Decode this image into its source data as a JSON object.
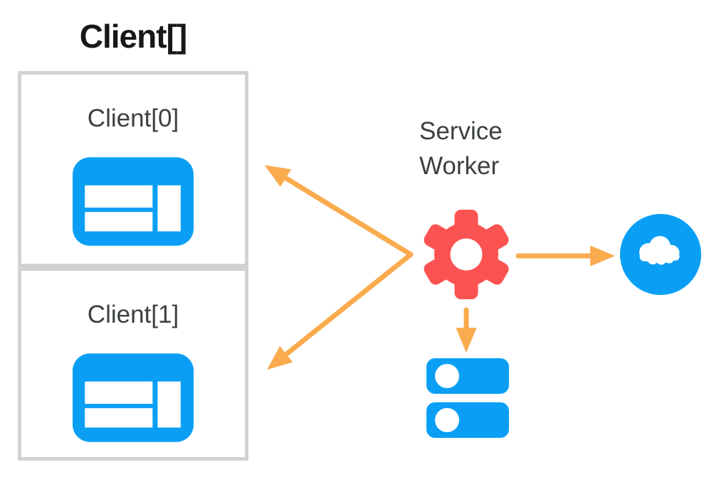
{
  "diagram": {
    "title": "Client[]",
    "clients": [
      {
        "label": "Client[0]",
        "icon": "browser-window-icon"
      },
      {
        "label": "Client[1]",
        "icon": "browser-window-icon"
      }
    ],
    "service_worker": {
      "label": "Service Worker",
      "icon": "gear-icon"
    },
    "network": {
      "icon": "cloud-icon"
    },
    "storage": {
      "icon": "database-icon"
    },
    "connections": [
      {
        "from": "service-worker",
        "to": "client-0",
        "arrowhead_at": "client-0"
      },
      {
        "from": "service-worker",
        "to": "client-1",
        "arrowhead_at": "client-1"
      },
      {
        "from": "service-worker",
        "to": "network-cloud",
        "arrowhead_at": "network-cloud"
      },
      {
        "from": "service-worker",
        "to": "storage-database",
        "arrowhead_at": "storage-database"
      }
    ]
  },
  "colors": {
    "blue": "#0A9FF5",
    "red": "#FB5351",
    "orange": "#FAAB4E",
    "box_border": "#D2D2D2",
    "label_text": "#3C4043",
    "title_text": "#17181A",
    "background": "#FFFFFF"
  }
}
